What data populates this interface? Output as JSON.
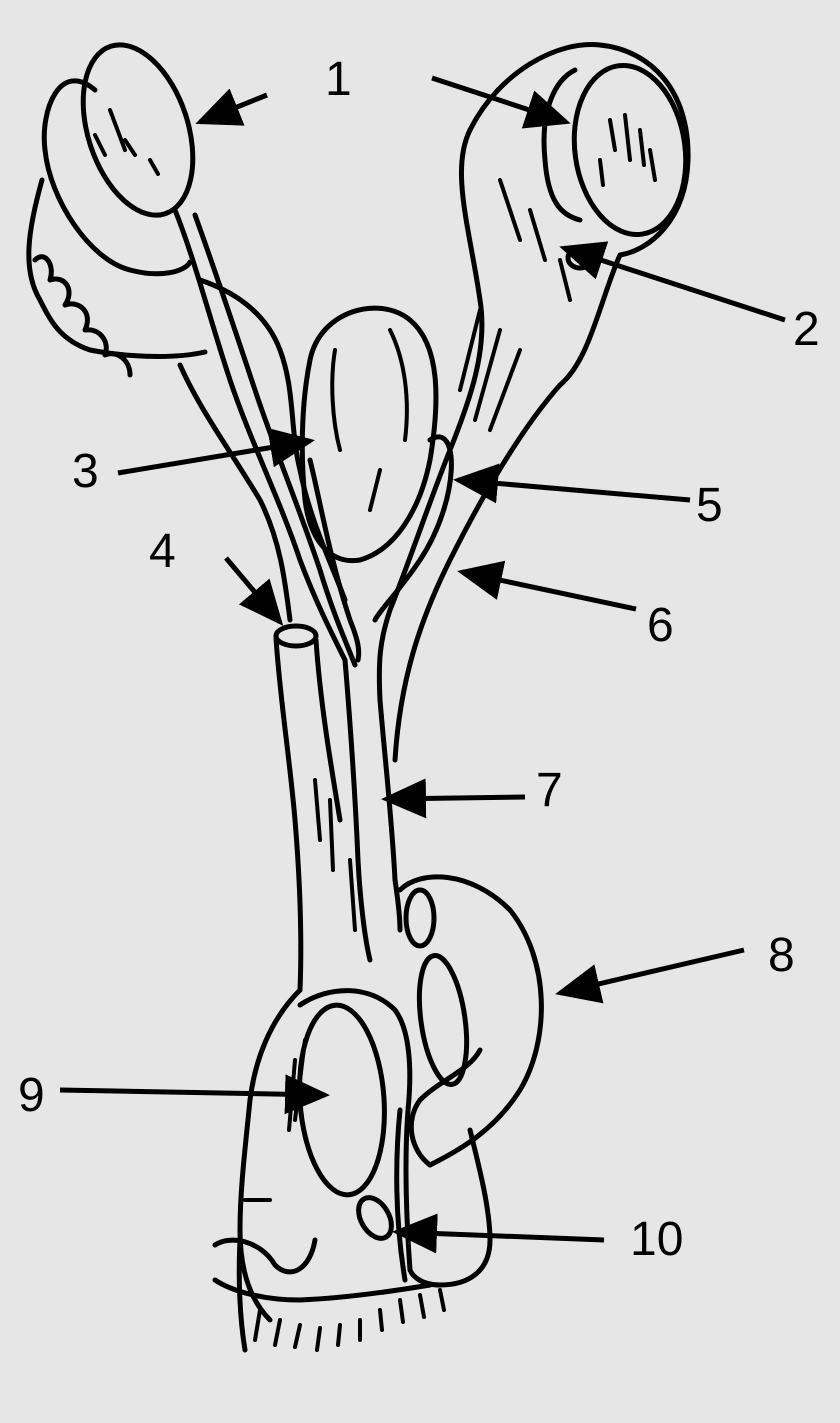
{
  "diagram": {
    "labels": {
      "l1": "1",
      "l2": "2",
      "l3": "3",
      "l4": "4",
      "l5": "5",
      "l6": "6",
      "l7": "7",
      "l8": "8",
      "l9": "9",
      "l10": "10"
    },
    "colors": {
      "background": "#e6e6e6",
      "ink": "#000000"
    }
  }
}
